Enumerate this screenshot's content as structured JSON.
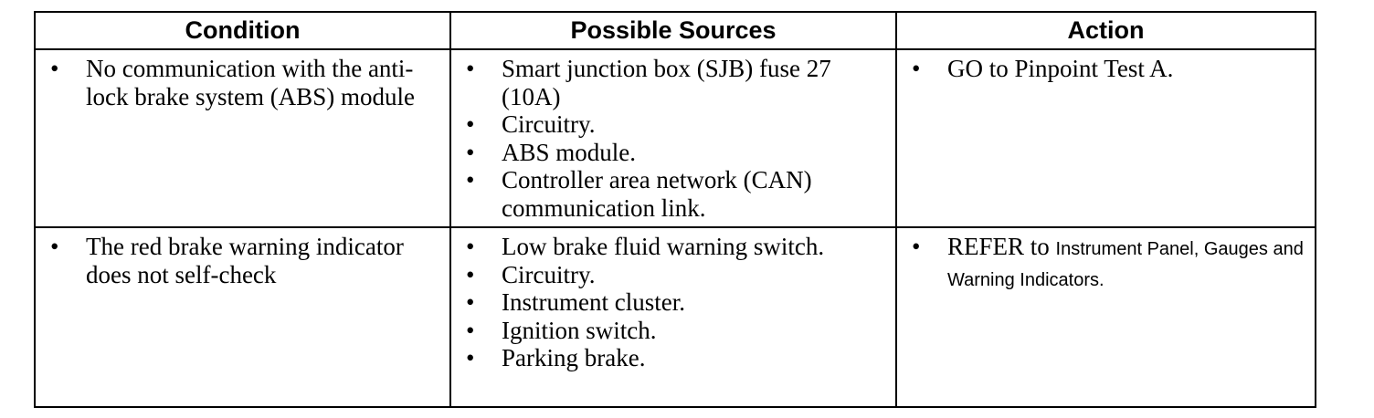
{
  "headers": [
    "Condition",
    "Possible Sources",
    "Action"
  ],
  "bullet": "•",
  "rows": [
    {
      "condition": [
        "No communication with the anti-lock brake system (ABS) module"
      ],
      "sources": [
        "Smart junction box (SJB) fuse 27 (10A)",
        "Circuitry.",
        "ABS module.",
        "Controller area network (CAN) communication link."
      ],
      "action": {
        "prefix": "GO to Pinpoint Test A.",
        "link": ""
      }
    },
    {
      "condition": [
        "The red brake warning indicator does not self-check"
      ],
      "sources": [
        "Low brake fluid warning switch.",
        "Circuitry.",
        "Instrument cluster.",
        "Ignition switch.",
        "Parking brake."
      ],
      "action": {
        "prefix": "REFER to ",
        "link": "Instrument Panel, Gauges and Warning Indicators."
      }
    }
  ]
}
